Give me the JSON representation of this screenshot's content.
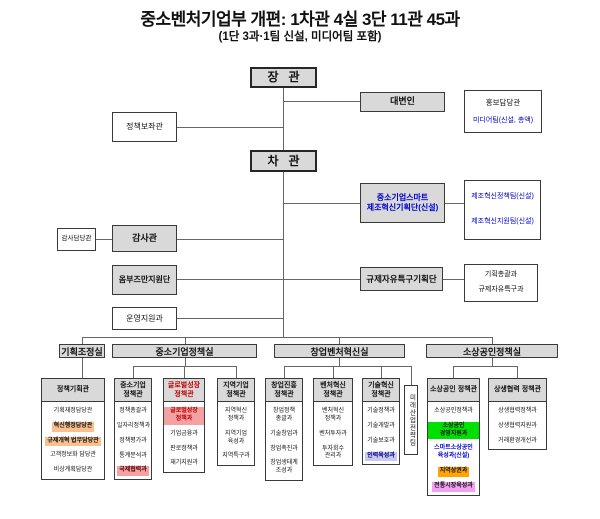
{
  "title": "중소벤처기업부 개편: 1차관 4실 3단 11관 45과",
  "subtitle": "(1단 3과·1팀 신설, 미디어팀 포함)",
  "colors": {
    "box_gray": "#d9d9d9",
    "new_unit_blue": "#0000cc",
    "new_unit_red": "#c00000",
    "highlight_pink": "#f2a2a2",
    "highlight_peach": "#fac090",
    "highlight_green": "#00e000",
    "highlight_orange": "#ffa500",
    "highlight_violet": "#f2a0f2",
    "highlight_lavender": "#c8c8f0"
  },
  "org": {
    "minister": "장   관",
    "vice_minister": "차   관",
    "policy_advisor": "정책보좌관",
    "spokesperson": "대변인",
    "pr_officer": "홍보담당관",
    "media_team": "미디어팀(신설, 총액)",
    "audit_officer": "감사담당관",
    "auditor": "감사관",
    "ombudsman": "옴부즈만지원단",
    "operation_support": "운영지원과",
    "smart_mfg_group": "중소기업스마트 제조혁신기획단(신설)",
    "smart_mfg_teams": [
      "제조혁신정책팀(신설)",
      "제조혁신지원팀(신설)"
    ],
    "regulation_group": "규제자유특구기획단",
    "regulation_teams": [
      "기획총괄과",
      "규제자유특구과"
    ]
  },
  "divisions": [
    {
      "name": "기획조정실",
      "columns": [
        {
          "header": "정책기획관",
          "items": [
            {
              "label": "기획재정담당관"
            },
            {
              "label": "혁신행정담당관",
              "highlight": "peach"
            },
            {
              "label": "규제개혁 법무담당관",
              "highlight": "peach"
            },
            {
              "label": "고객정보화 담당관"
            },
            {
              "label": "비상계획담당관"
            }
          ]
        }
      ]
    },
    {
      "name": "중소기업정책실",
      "columns": [
        {
          "header": "중소기업 정책관",
          "items": [
            {
              "label": "정책총괄과"
            },
            {
              "label": "일자리정책과"
            },
            {
              "label": "정책평가과"
            },
            {
              "label": "통계분석과"
            },
            {
              "label": "국제협력과",
              "highlight": "pink"
            }
          ]
        },
        {
          "header": "글로벌성장 정책관",
          "header_text_color": "red",
          "items": [
            {
              "label": "글로벌성장 정책과",
              "highlight": "pink",
              "text_color": "red"
            },
            {
              "label": "기업금융과"
            },
            {
              "label": "판로정책과"
            },
            {
              "label": "재기지원과"
            }
          ]
        },
        {
          "header": "지역기업 정책관",
          "items": [
            {
              "label": "지역혁신 정책과"
            },
            {
              "label": "지역기업 육성과"
            },
            {
              "label": "지역특구과"
            }
          ]
        }
      ]
    },
    {
      "name": "창업벤처혁신실",
      "vertical_team": "미래산업전략팀",
      "columns": [
        {
          "header": "창업진흥 정책관",
          "items": [
            {
              "label": "창업정책 총괄과"
            },
            {
              "label": "기술창업과"
            },
            {
              "label": "창업촉진과"
            },
            {
              "label": "창업생태계 조성과"
            }
          ]
        },
        {
          "header": "벤처혁신 정책관",
          "items": [
            {
              "label": "벤처혁신 정책과"
            },
            {
              "label": "벤처투자과"
            },
            {
              "label": "투자회수 관리과"
            }
          ]
        },
        {
          "header": "기술혁신 정책관",
          "items": [
            {
              "label": "기술정책과"
            },
            {
              "label": "기술개발과"
            },
            {
              "label": "기술보호과"
            },
            {
              "label": "인력육성과",
              "highlight": "lavender"
            }
          ]
        }
      ]
    },
    {
      "name": "소상공인정책실",
      "columns": [
        {
          "header": "소상공인 정책관",
          "items": [
            {
              "label": "소상공인정책과"
            },
            {
              "label": "소상공인 경영지원과",
              "highlight": "green"
            },
            {
              "label": "스마트소상공인 육성과(신설)",
              "text_color": "blue"
            },
            {
              "label": "지역상권과",
              "highlight": "orange"
            },
            {
              "label": "전통시장육성과",
              "highlight": "violet"
            }
          ]
        },
        {
          "header": "상생협력 정책관",
          "items": [
            {
              "label": "상생협력정책과"
            },
            {
              "label": "상생협력지원과"
            },
            {
              "label": "거래환경개선과"
            }
          ]
        }
      ]
    }
  ]
}
